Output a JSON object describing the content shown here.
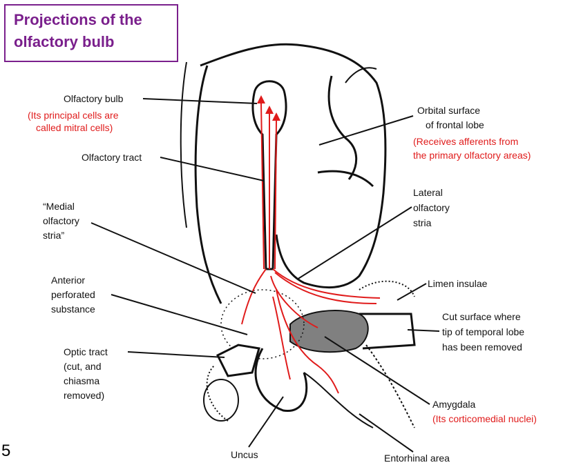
{
  "title": {
    "line1": "Projections of the",
    "line2": "olfactory bulb"
  },
  "figure_number": "5",
  "labels": {
    "olfactory_bulb": "Olfactory bulb",
    "olfactory_bulb_note_1": "(Its principal cells are",
    "olfactory_bulb_note_2": "called mitral cells)",
    "olfactory_tract": "Olfactory tract",
    "medial_stria_1": "“Medial",
    "medial_stria_2": "olfactory",
    "medial_stria_3": "stria”",
    "anterior_perforated_1": "Anterior",
    "anterior_perforated_2": "perforated",
    "anterior_perforated_3": "substance",
    "optic_tract_1": "Optic tract",
    "optic_tract_2": "(cut, and",
    "optic_tract_3": "chiasma",
    "optic_tract_4": "removed)",
    "uncus": "Uncus",
    "orbital_1": "Orbital surface",
    "orbital_2": "of frontal lobe",
    "orbital_note_1": "(Receives afferents from",
    "orbital_note_2": "the primary olfactory areas)",
    "lateral_stria_1": "Lateral",
    "lateral_stria_2": "olfactory",
    "lateral_stria_3": "stria",
    "limen_insulae": "Limen insulae",
    "cut_surface_1": "Cut surface where",
    "cut_surface_2": "tip of temporal lobe",
    "cut_surface_3": "has been removed",
    "amygdala": "Amygdala",
    "amygdala_note": "(Its corticomedial nuclei)",
    "entorhinal": "Entorhinal area"
  },
  "colors": {
    "title": "#7a1f8c",
    "annotation": "#e01b1b",
    "pathway": "#e01b1b",
    "cut_surface": "#808080"
  }
}
